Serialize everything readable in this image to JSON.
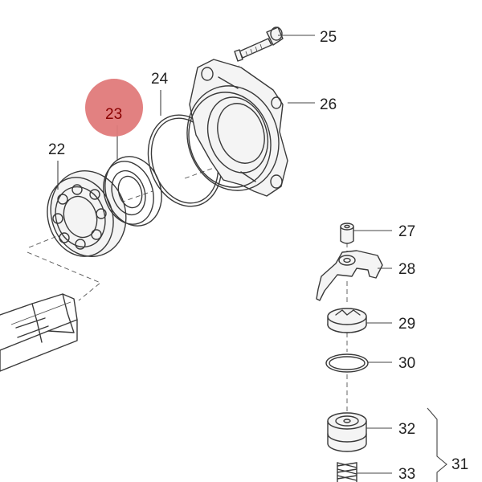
{
  "diagram": {
    "highlight_color": "#e07a7a",
    "line_color": "#3a3a3a",
    "callouts": {
      "c22": "22",
      "c23": "23",
      "c24": "24",
      "c25": "25",
      "c26": "26",
      "c27": "27",
      "c28": "28",
      "c29": "29",
      "c30": "30",
      "c31": "31",
      "c32": "32",
      "c33": "33"
    },
    "highlighted_part": "23"
  }
}
